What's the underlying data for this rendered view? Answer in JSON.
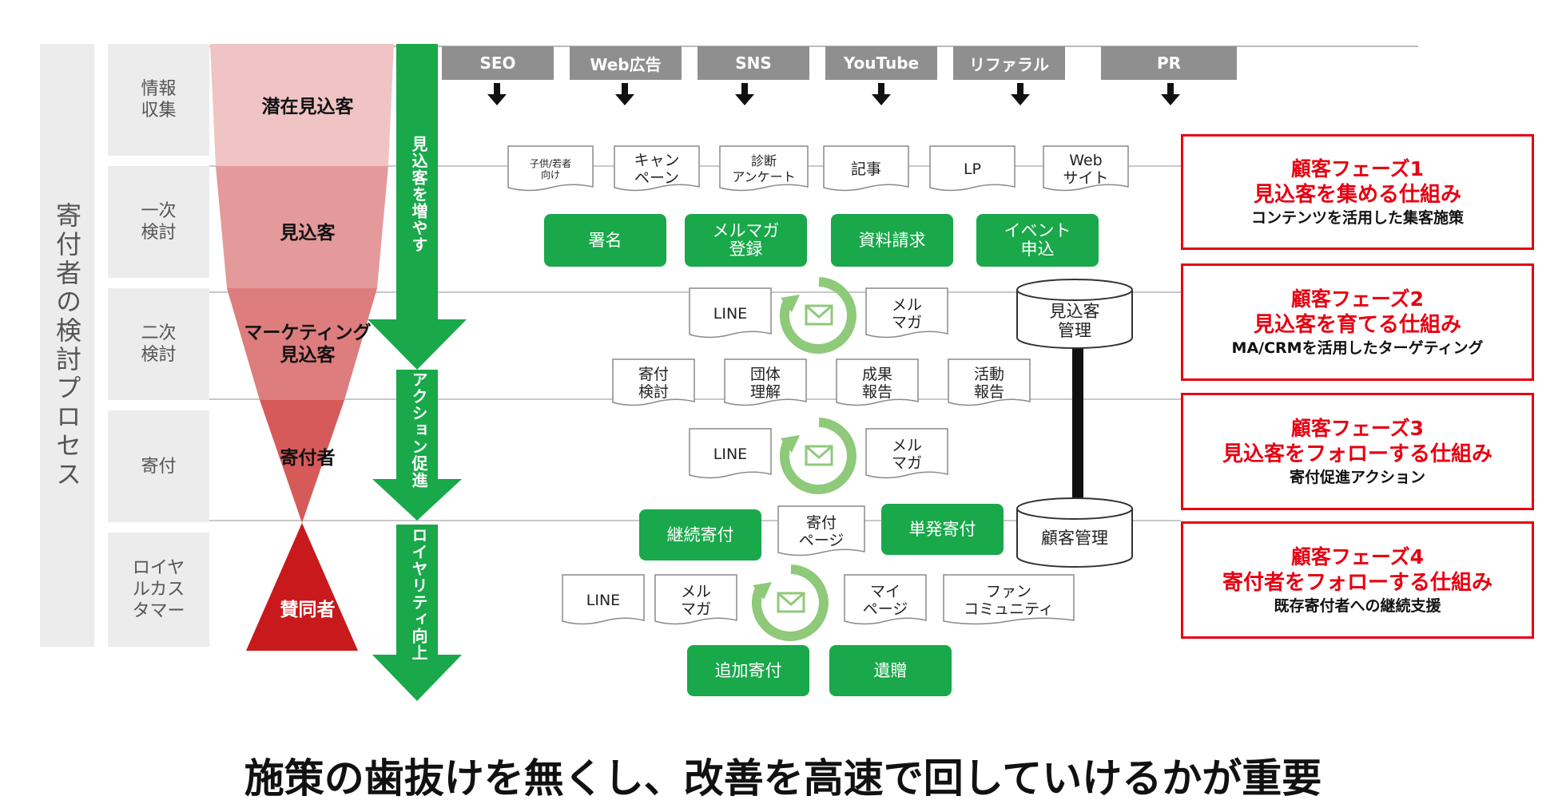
{
  "side_title": "寄付者の検討プロセス",
  "stages": [
    "情報\n収集",
    "一次\n検討",
    "二次\n検討",
    "寄付",
    "ロイヤ\nルカス\nタマー"
  ],
  "funnel_labels": [
    "潜在見込客",
    "見込客",
    "マーケティング\n見込客",
    "寄付者",
    "賛同者"
  ],
  "big_arrows": [
    "見込客を増やす",
    "アクション促進",
    "ロイヤリティ向上"
  ],
  "channels": [
    "SEO",
    "Web広告",
    "SNS",
    "YouTube",
    "リファラル",
    "PR"
  ],
  "row1_docs": [
    "子供/若者\n向け",
    "キャン\nペーン",
    "診断\nアンケート",
    "記事",
    "LP",
    "Web\nサイト"
  ],
  "row2_buttons": [
    "署名",
    "メルマガ\n登録",
    "資料請求",
    "イベント\n申込"
  ],
  "cycle_line": "LINE",
  "cycle_mail": "メル\nマガ",
  "row4_docs": [
    "寄付\n検討",
    "団体\n理解",
    "成果\n報告",
    "活動\n報告"
  ],
  "donate_buttons": [
    "継続寄付",
    "単発寄付"
  ],
  "donate_page": "寄付\nページ",
  "row8_docs": [
    "マイ\nページ",
    "ファン\nコミュニティ"
  ],
  "bottom_buttons": [
    "追加寄付",
    "遺贈"
  ],
  "db_labels": [
    "見込客\n管理",
    "顧客管理"
  ],
  "phases": [
    {
      "p1": "顧客フェーズ1",
      "p2": "見込客を集める仕組み",
      "p3": "コンテンツを活用した集客施策"
    },
    {
      "p1": "顧客フェーズ2",
      "p2": "見込客を育てる仕組み",
      "p3": "MA/CRMを活用したターゲティング"
    },
    {
      "p1": "顧客フェーズ3",
      "p2": "見込客をフォローする仕組み",
      "p3": "寄付促進アクション"
    },
    {
      "p1": "顧客フェーズ4",
      "p2": "寄付者をフォローする仕組み",
      "p3": "既存寄付者への継続支援"
    }
  ],
  "bottom_message": "施策の歯抜けを無くし、改善を高速で回していけるかが重要",
  "colors": {
    "green": "#19a84a",
    "red": "#e60012",
    "channel_gray": "#8f8f8f",
    "funnel": [
      "#f0c4c4",
      "#e49a9a",
      "#dd7d7d",
      "#d65a5a",
      "#c8191c"
    ]
  }
}
